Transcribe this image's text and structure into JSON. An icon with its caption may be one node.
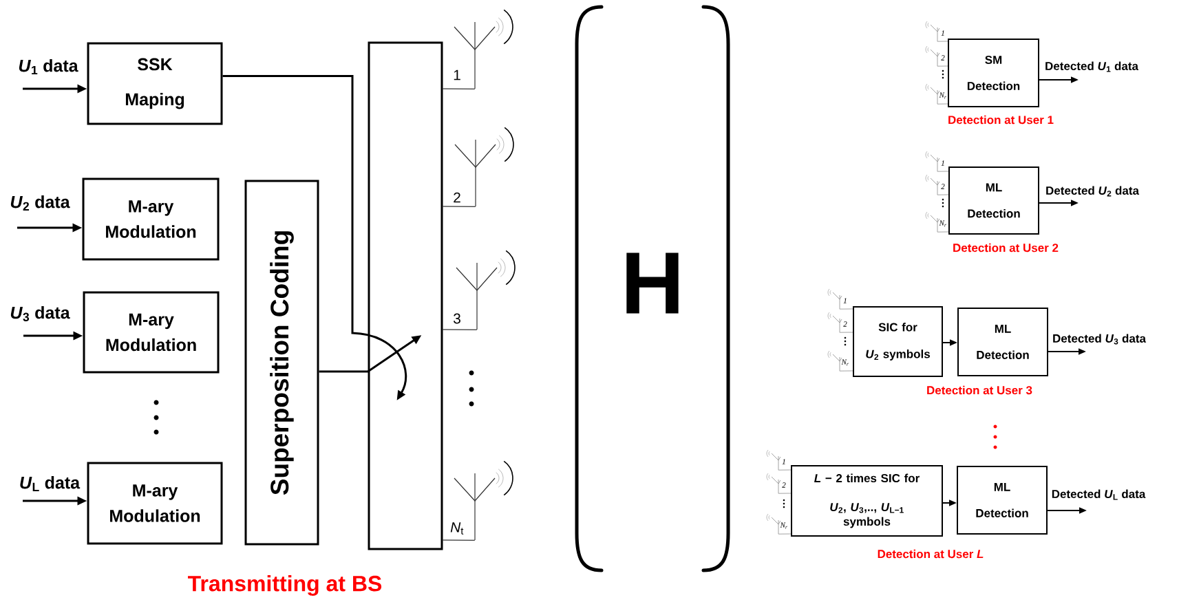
{
  "diagram": {
    "nodes": [
      {
        "text": [
          "SSK",
          "Maping"
        ]
      },
      {
        "text": [
          "M-ary Modulation"
        ]
      },
      {
        "text": [
          "M-ary Modulation"
        ]
      },
      {
        "text": [
          "M-ary Modulation"
        ]
      },
      {
        "text": [
          "Superposition Coding"
        ]
      },
      {
        "text": [],
        "shape": "box"
      },
      {
        "text": [
          "1"
        ]
      },
      {
        "text": [
          "2"
        ]
      },
      {
        "text": [
          "3"
        ]
      },
      {
        "text": [
          "*N*$_{t}$"
        ]
      },
      {
        "text": [],
        "shape": "picture",
        "beside": [
          "1"
        ]
      },
      {
        "text": [],
        "shape": "picture",
        "beside": [
          "2"
        ]
      },
      {
        "text": [],
        "shape": "picture",
        "beside": [
          "N$_{r}$"
        ]
      },
      {
        "text": [
          "SM",
          "Detection"
        ]
      },
      {
        "text": [],
        "shape": "picture",
        "beside": [
          "1"
        ]
      },
      {
        "text": [],
        "shape": "picture",
        "beside": [
          "2"
        ]
      },
      {
        "text": [],
        "shape": "picture",
        "beside": [
          "N$_{r}$"
        ]
      },
      {
        "text": [
          "ML",
          "Detection"
        ]
      },
      {
        "text": [],
        "shape": "picture",
        "beside": [
          "1"
        ]
      },
      {
        "text": [],
        "shape": "picture",
        "beside": [
          "2"
        ]
      },
      {
        "text": [],
        "shape": "picture",
        "beside": [
          "N$_{r}$"
        ]
      },
      {
        "text": [
          "SIC for",
          "*U*$_{2}$ symbols"
        ]
      },
      {
        "text": [
          "ML",
          "Detection"
        ]
      },
      {
        "text": [],
        "shape": "picture",
        "beside": [
          "1"
        ]
      },
      {
        "text": [],
        "shape": "picture",
        "beside": [
          "2"
        ]
      },
      {
        "text": [],
        "shape": "picture",
        "beside": [
          "N$_{r}$"
        ]
      },
      {
        "text": [
          "*L* − 2 times SIC for",
          "*U*$_{2}$, *U*$_{3}$,.., *U*$_{L−1}$ symbols"
        ]
      },
      {
        "text": [
          "ML",
          "Detection"
        ]
      }
    ],
    "edges": [
      {
        "from": null,
        "to": 0,
        "arrow": "to",
        "label": "*U*$_{1}$ data"
      },
      {
        "from": null,
        "to": 1,
        "arrow": "to",
        "label": "*U*$_{2}$ data"
      },
      {
        "from": null,
        "to": 2,
        "arrow": "to",
        "label": "*U*$_{3}$ data"
      },
      {
        "from": null,
        "to": 3,
        "arrow": "to",
        "label": "*U*$_{L}$ data"
      },
      {
        "from": 0,
        "to": 5,
        "arrow": "to"
      },
      {
        "from": 4,
        "to": 5,
        "arrow": "to"
      },
      {
        "from": 5,
        "to": 6,
        "arrow": "none"
      },
      {
        "from": 5,
        "to": 7,
        "arrow": "none"
      },
      {
        "from": 5,
        "to": 8,
        "arrow": "none"
      },
      {
        "from": 5,
        "to": 9,
        "arrow": "none"
      },
      {
        "from": 10,
        "to": 13,
        "arrow": "none",
        "color": "#999999"
      },
      {
        "from": 11,
        "to": 13,
        "arrow": "none",
        "color": "#999999"
      },
      {
        "from": 12,
        "to": 13,
        "arrow": "none",
        "color": "#999999"
      },
      {
        "from": 14,
        "to": 17,
        "arrow": "none",
        "color": "#999999"
      },
      {
        "from": 15,
        "to": 17,
        "arrow": "none",
        "color": "#999999"
      },
      {
        "from": 16,
        "to": 17,
        "arrow": "none",
        "color": "#999999"
      },
      {
        "from": 18,
        "to": 21,
        "arrow": "none",
        "color": "#999999"
      },
      {
        "from": 19,
        "to": 21,
        "arrow": "none",
        "color": "#999999"
      },
      {
        "from": 20,
        "to": 21,
        "arrow": "none",
        "color": "#999999"
      },
      {
        "from": 23,
        "to": 26,
        "arrow": "none",
        "color": "#999999"
      },
      {
        "from": 24,
        "to": 26,
        "arrow": "none",
        "color": "#999999"
      },
      {
        "from": 25,
        "to": 26,
        "arrow": "none",
        "color": "#999999"
      },
      {
        "from": 13,
        "to": null,
        "arrow": "to",
        "label": "Detected *U*$_{1}$ data"
      },
      {
        "from": 17,
        "to": null,
        "arrow": "to",
        "label": "Detected *U*$_{2}$ data"
      },
      {
        "from": 22,
        "to": null,
        "arrow": "to",
        "label": "Detected *U*$_{3}$ data"
      },
      {
        "from": 27,
        "to": null,
        "arrow": "to",
        "label": "Detected *U*$_{L}$ data"
      },
      {
        "from": 21,
        "to": 22,
        "arrow": "to"
      },
      {
        "from": 26,
        "to": 27,
        "arrow": "to"
      }
    ],
    "labels": [
      "Transmitting at BS",
      "H",
      "Detection at User 1",
      "Detection at User 2",
      "Detection at User 3",
      "Detection at User *L*"
    ]
  }
}
